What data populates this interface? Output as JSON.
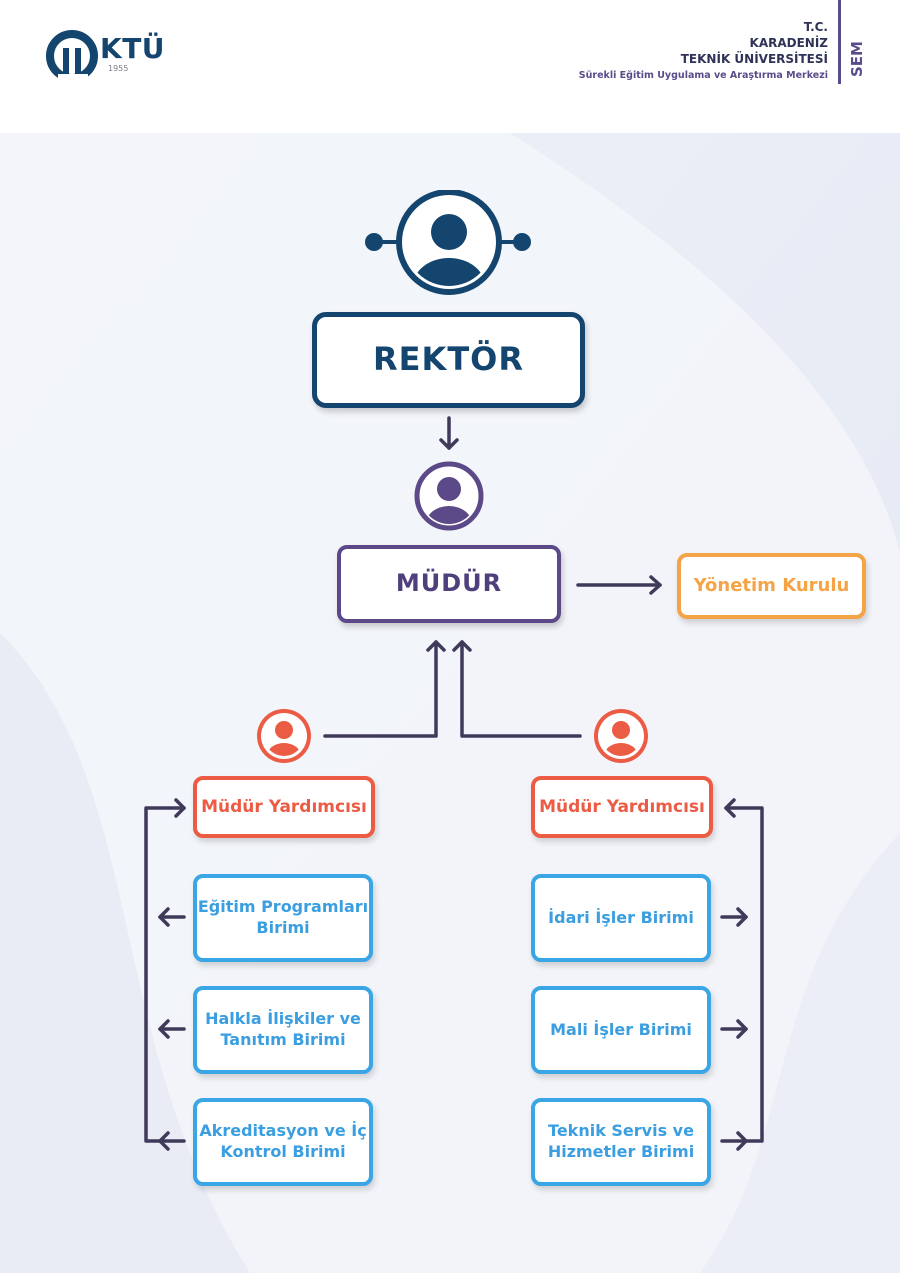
{
  "header": {
    "logo_text": "KTÜ",
    "logo_year": "1955",
    "line1": "T.C.",
    "line2": "KARADENİZ",
    "line3": "TEKNİK ÜNİVERSİTESİ",
    "line4": "Sürekli Eğitim Uygulama ve Araştırma Merkezi",
    "sem": "SEM"
  },
  "chart": {
    "rektor": "REKTÖR",
    "mudur": "MÜDÜR",
    "yonetim": "Yönetim Kurulu",
    "left_assistant": "Müdür Yardımcısı",
    "right_assistant": "Müdür Yardımcısı",
    "left_units": [
      "Eğitim Programları Birimi",
      "Halkla İlişkiler ve Tanıtım Birimi",
      "Akreditasyon ve İç Kontrol Birimi"
    ],
    "right_units": [
      "İdari İşler Birimi",
      "Mali İşler Birimi",
      "Teknik Servis ve Hizmetler Birimi"
    ]
  },
  "colors": {
    "navy": "#14456e",
    "purple": "#5c4a88",
    "orange": "#f4a446",
    "red": "#ec5b43",
    "blue": "#3aa6e6",
    "line": "#403a5a"
  },
  "icons": [
    "ktu-logo-icon",
    "rektor-avatar-icon",
    "mudur-avatar-icon",
    "assistant-avatar-icon"
  ]
}
